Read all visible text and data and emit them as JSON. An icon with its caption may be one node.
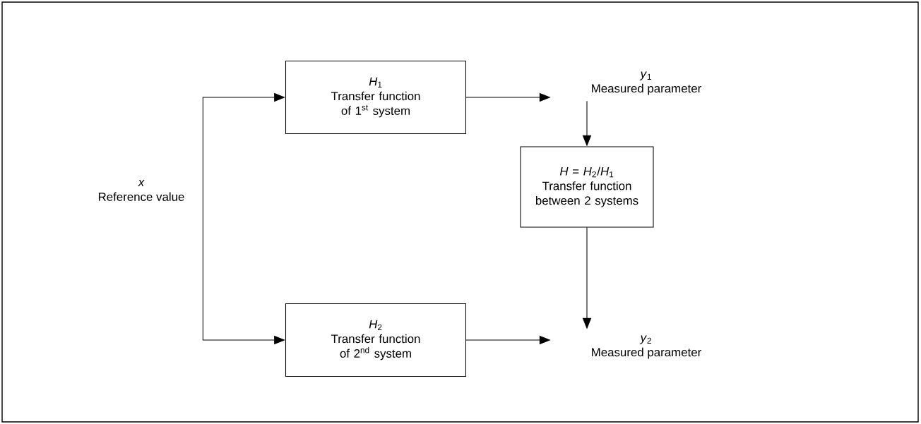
{
  "diagram": {
    "nodes": [
      {
        "text": [
          "x",
          "Reference value"
        ]
      },
      {
        "text": [
          "*H*$_{1}$",
          "Transfer function of 1$^{st}$ system"
        ]
      },
      {
        "text": [
          "*y*$_{1}$",
          "Measured parameter"
        ]
      },
      {
        "text": [
          "*H* = *H*$_{2}$/*H*$_{1}$",
          "Transfer function between 2 systems"
        ]
      },
      {
        "text": [
          "*H*$_{2}$",
          "Transfer function of 2$^{nd}$ system"
        ]
      },
      {
        "text": [
          "*y*$_{2}$",
          "Measured parameter"
        ]
      }
    ],
    "edges": [
      {
        "from": 0,
        "to": 1,
        "arrow": "to"
      },
      {
        "from": 0,
        "to": 4,
        "arrow": "to"
      },
      {
        "from": 1,
        "to": 2,
        "arrow": "to"
      },
      {
        "from": 2,
        "to": 3,
        "arrow": "to"
      },
      {
        "from": 3,
        "to": 5,
        "arrow": "to"
      },
      {
        "from": 4,
        "to": 5,
        "arrow": "to"
      }
    ]
  }
}
